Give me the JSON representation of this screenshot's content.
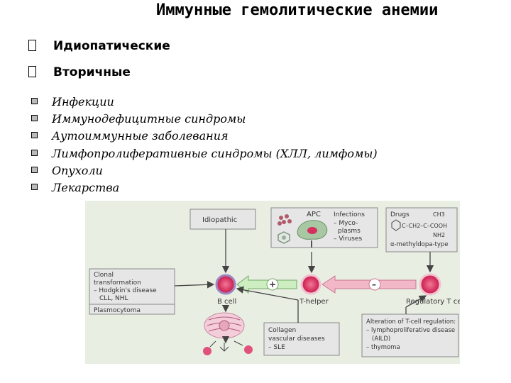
{
  "title": "Иммунные гемолитические анемии",
  "bullets": [
    {
      "label": "Идиопатические"
    },
    {
      "label": "Вторичные"
    }
  ],
  "subitems": [
    "Инфекции",
    "Иммунодефицитные синдромы",
    "Аутоиммунные заболевания",
    "Лимфопролиферативные синдромы (ХЛЛ, лимфомы)",
    "Опухоли",
    "Лекарства"
  ],
  "diagram": {
    "idiopathic": "Idiopathic",
    "apc": "APC",
    "infections": [
      "Infections",
      "– Myco-",
      "plasms",
      "– Viruses"
    ],
    "drugs": "Drugs",
    "formula_top": "CH3",
    "formula_chain": "C–CH2–C–COOH",
    "formula_bottom": "NH2",
    "drug_type": "α-methyldopa-type",
    "clonal": [
      "Clonal",
      "transformation",
      "– Hodgkin's disease",
      "CLL, NHL"
    ],
    "plasmocytoma": "Plasmocytoma",
    "bcell": "B cell",
    "thelper": "T-helper",
    "treg": "Regulatory T cell",
    "plus": "+",
    "minus": "–",
    "collagen": [
      "Collagen",
      "vascular diseases",
      "– SLE"
    ],
    "alteration": [
      "Alteration of T-cell regulation:",
      "– lymphoproliferative disease",
      "(AILD)",
      "– thymoma"
    ],
    "colors": {
      "panel": "#e9eee3",
      "box": "#e6e6e6",
      "cell": "#d6305f",
      "arrow_pink": "#f2b8c8",
      "arrow_green": "#cdeec0"
    }
  }
}
